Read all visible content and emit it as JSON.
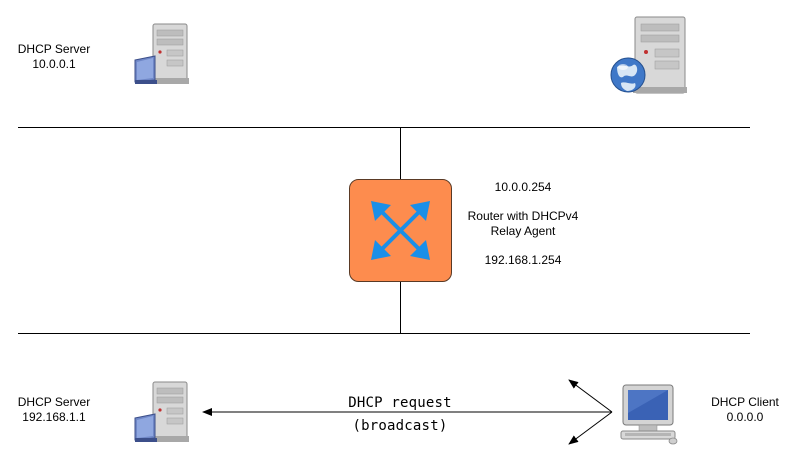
{
  "nodes": {
    "dhcp_server_top": {
      "name": "DHCP Server",
      "ip": "10.0.0.1"
    },
    "router": {
      "ip_top": "10.0.0.254",
      "name_line1": "Router with DHCPv4",
      "name_line2": "Relay Agent",
      "ip_bottom": "192.168.1.254"
    },
    "dhcp_server_bottom": {
      "name": "DHCP Server",
      "ip": "192.168.1.1"
    },
    "dhcp_client": {
      "name": "DHCP Client",
      "ip": "0.0.0.0"
    }
  },
  "message": {
    "line1": "DHCP request",
    "line2": "(broadcast)"
  },
  "colors": {
    "router_fill": "#fd8c4e",
    "router_arrows": "#1a8fe8",
    "server_body": "#d8d8d8"
  }
}
